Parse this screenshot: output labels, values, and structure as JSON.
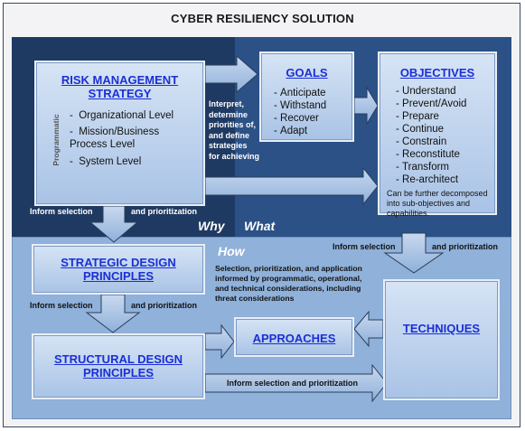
{
  "title": "CYBER RESILIENCY SOLUTION",
  "risk_management": {
    "title": "RISK MANAGEMENT STRATEGY",
    "side_label": "Programmatic",
    "items": [
      "Organizational  Level",
      "Mission/Business Process Level",
      "System Level"
    ]
  },
  "goals": {
    "title": "GOALS",
    "items": [
      "Anticipate",
      "Withstand",
      "Recover",
      "Adapt"
    ]
  },
  "objectives": {
    "title": "OBJECTIVES",
    "items": [
      "Understand",
      "Prevent/Avoid",
      "Prepare",
      "Continue",
      "Constrain",
      "Reconstitute",
      "Transform",
      "Re-architect"
    ],
    "note": "Can be further decomposed into sub-objectives and capabilities."
  },
  "interpret_text": [
    "Interpret,",
    "determine",
    "priorities of,",
    "and define",
    "strategies",
    "for achieving"
  ],
  "inform_left": {
    "a": "Inform selection",
    "b": "and prioritization"
  },
  "inform_right": {
    "a": "Inform selection",
    "b": "and prioritization"
  },
  "inform_strategic": {
    "a": "Inform selection",
    "b": "and prioritization"
  },
  "inform_bottom": "Inform selection and prioritization",
  "why": "Why",
  "what": "What",
  "how": "How",
  "how_text": [
    "Selection, prioritization, and application",
    "informed by programmatic, operational,",
    "and technical considerations, including",
    "threat considerations"
  ],
  "strategic": {
    "title": "STRATEGIC DESIGN PRINCIPLES"
  },
  "structural": {
    "title": "STRUCTURAL DESIGN PRINCIPLES"
  },
  "approaches": {
    "title": "APPROACHES"
  },
  "techniques": {
    "title": "TECHNIQUES"
  },
  "colors": {
    "why_panel": "#1f3a62",
    "what_panel": "#2b5187",
    "how_panel": "#8fb1da",
    "link": "#1b2fd6"
  }
}
